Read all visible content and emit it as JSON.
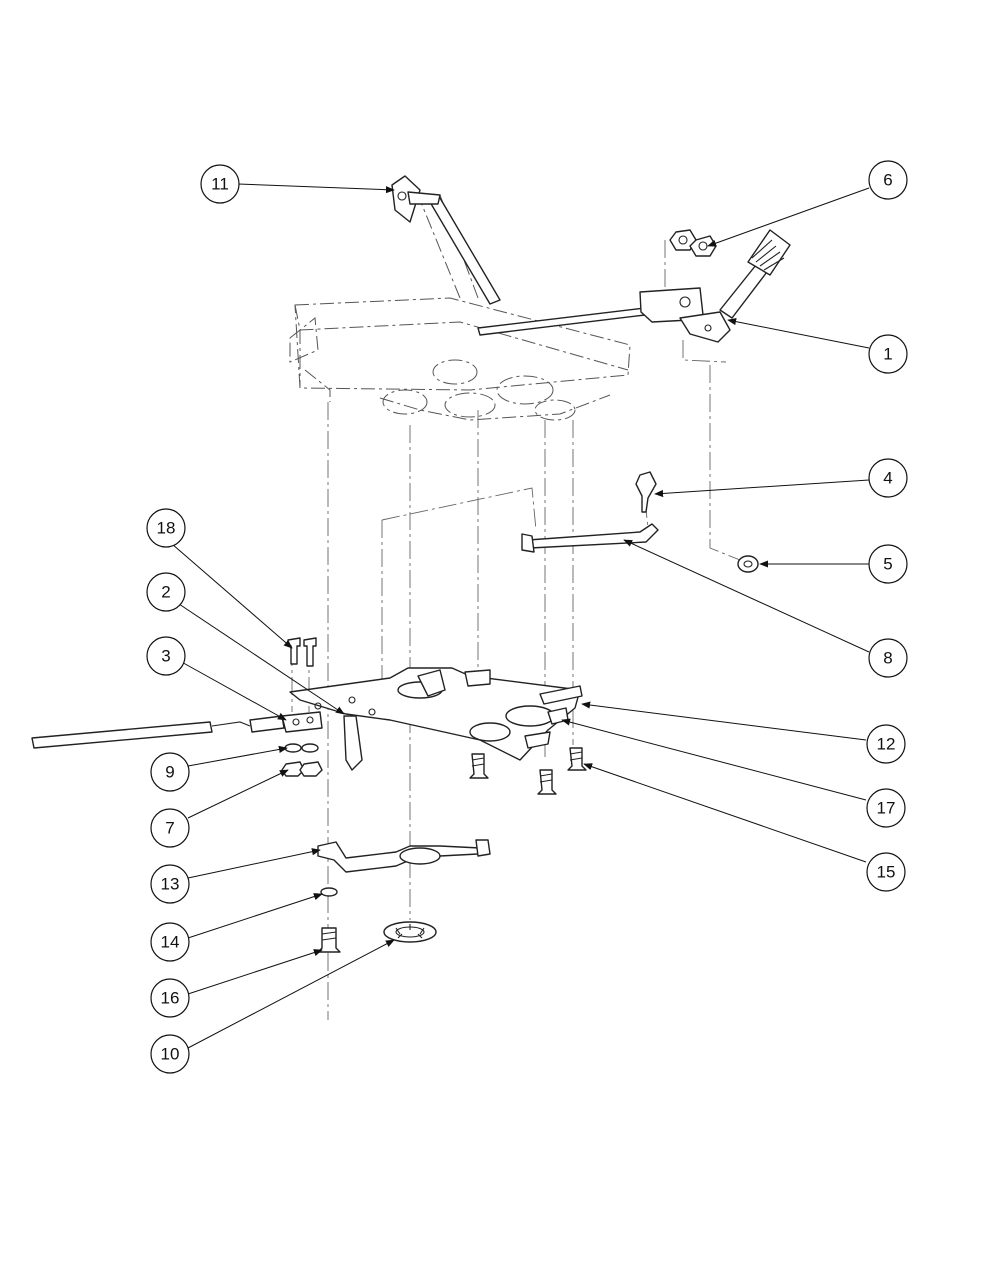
{
  "callouts": [
    {
      "id": "11",
      "label": "11"
    },
    {
      "id": "6",
      "label": "6"
    },
    {
      "id": "1",
      "label": "1"
    },
    {
      "id": "4",
      "label": "4"
    },
    {
      "id": "5",
      "label": "5"
    },
    {
      "id": "8",
      "label": "8"
    },
    {
      "id": "18",
      "label": "18"
    },
    {
      "id": "2",
      "label": "2"
    },
    {
      "id": "3",
      "label": "3"
    },
    {
      "id": "9",
      "label": "9"
    },
    {
      "id": "7",
      "label": "7"
    },
    {
      "id": "12",
      "label": "12"
    },
    {
      "id": "17",
      "label": "17"
    },
    {
      "id": "15",
      "label": "15"
    },
    {
      "id": "13",
      "label": "13"
    },
    {
      "id": "14",
      "label": "14"
    },
    {
      "id": "16",
      "label": "16"
    },
    {
      "id": "10",
      "label": "10"
    }
  ]
}
